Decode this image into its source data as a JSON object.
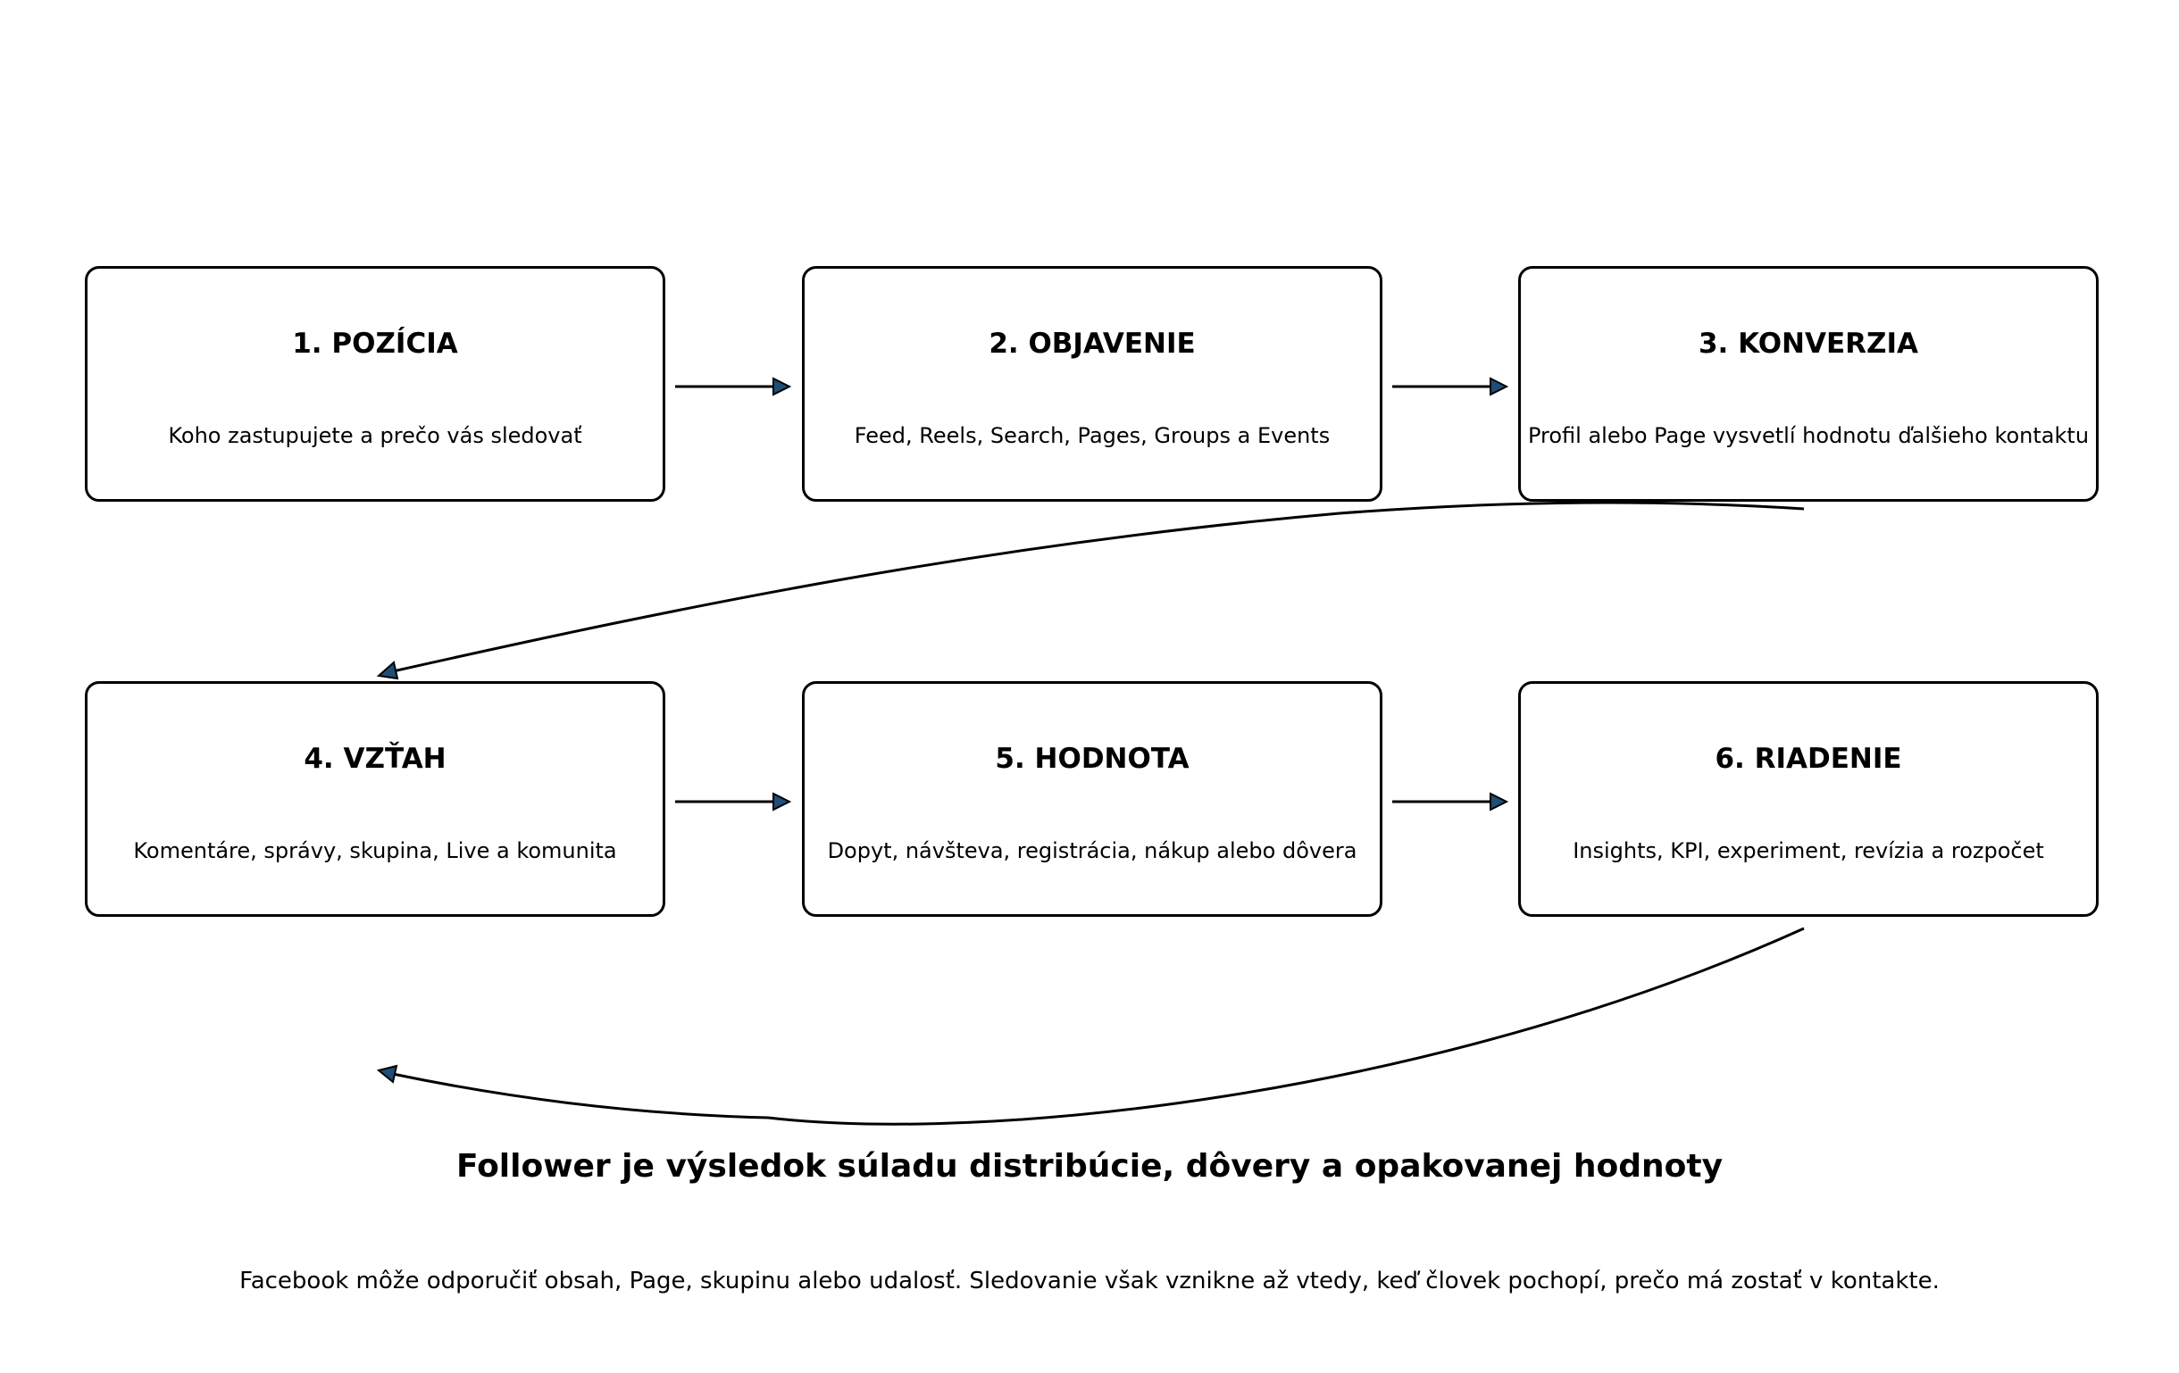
{
  "steps": [
    {
      "title": "1. POZÍCIA",
      "desc": "Koho zastupujete a prečo vás sledovať"
    },
    {
      "title": "2. OBJAVENIE",
      "desc": "Feed, Reels, Search, Pages, Groups a Events"
    },
    {
      "title": "3. KONVERZIA",
      "desc": "Profil alebo Page vysvetlí hodnotu ďalšieho kontaktu"
    },
    {
      "title": "4. VZŤAH",
      "desc": "Komentáre, správy, skupina, Live a komunita"
    },
    {
      "title": "5. HODNOTA",
      "desc": "Dopyt, návšteva, registrácia, nákup alebo dôvera"
    },
    {
      "title": "6. RIADENIE",
      "desc": "Insights, KPI, experiment, revízia a rozpočet"
    }
  ],
  "footer": {
    "title": "Follower je výsledok súladu distribúcie, dôvery a opakovanej hodnoty",
    "text": "Facebook môže odporučiť obsah, Page, skupinu alebo udalosť. Sledovanie však vznikne až vtedy, keď človek pochopí, prečo má zostať v kontakte."
  },
  "colors": {
    "arrow_head": "#1f4e79",
    "stroke": "#000000"
  }
}
